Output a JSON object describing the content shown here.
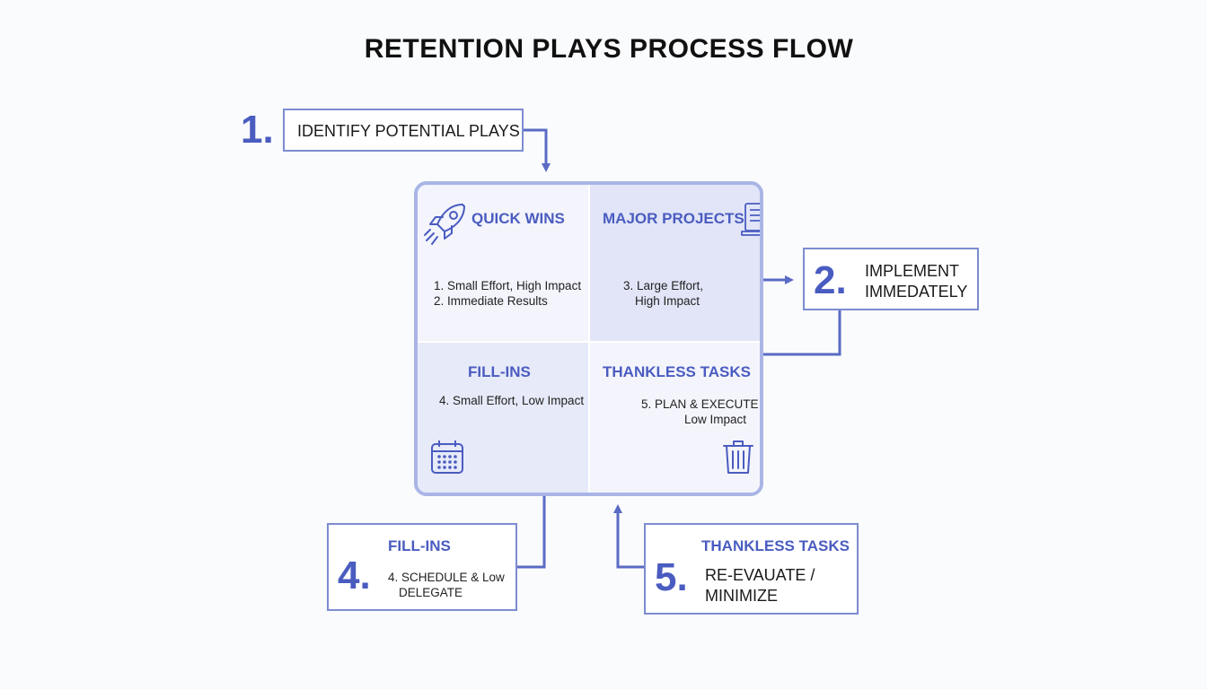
{
  "title": "RETENTION PLAYS PROCESS FLOW",
  "step1": {
    "number": "1.",
    "label": "IDENTIFY POTENTIAL PLAYS"
  },
  "step2": {
    "number": "2.",
    "line1": "IMPLEMENT",
    "line2": "IMMEDATELY"
  },
  "step4": {
    "number": "4.",
    "heading": "FILL-INS",
    "line1": "4. SCHEDULE & Low",
    "line2": "DELEGATE"
  },
  "step5": {
    "number": "5.",
    "heading": "THANKLESS TASKS",
    "line1": "RE-EVAUATE /",
    "line2": "MINIMIZE"
  },
  "matrix": {
    "quick_wins": {
      "title": "QUICK WINS",
      "line1": "1. Small Effort, High Impact",
      "line2": "2. Immediate Results",
      "icon": "rocket-icon"
    },
    "major_projects": {
      "title": "MAJOR PROJECTS",
      "line1": "3. Large Effort,",
      "line2": "High Impact",
      "icon": "document-icon"
    },
    "fill_ins": {
      "title": "FILL-INS",
      "line1": "4. Small Effort, Low Impact",
      "icon": "calendar-icon"
    },
    "thankless_tasks": {
      "title": "THANKLESS TASKS",
      "line1": "5. PLAN & EXECUTE",
      "line2": "Low Impact",
      "icon": "trash-icon"
    }
  },
  "colors": {
    "accent": "#4a5cc0",
    "border": "#7c8cd0",
    "matrix_border": "#aab5e6"
  }
}
